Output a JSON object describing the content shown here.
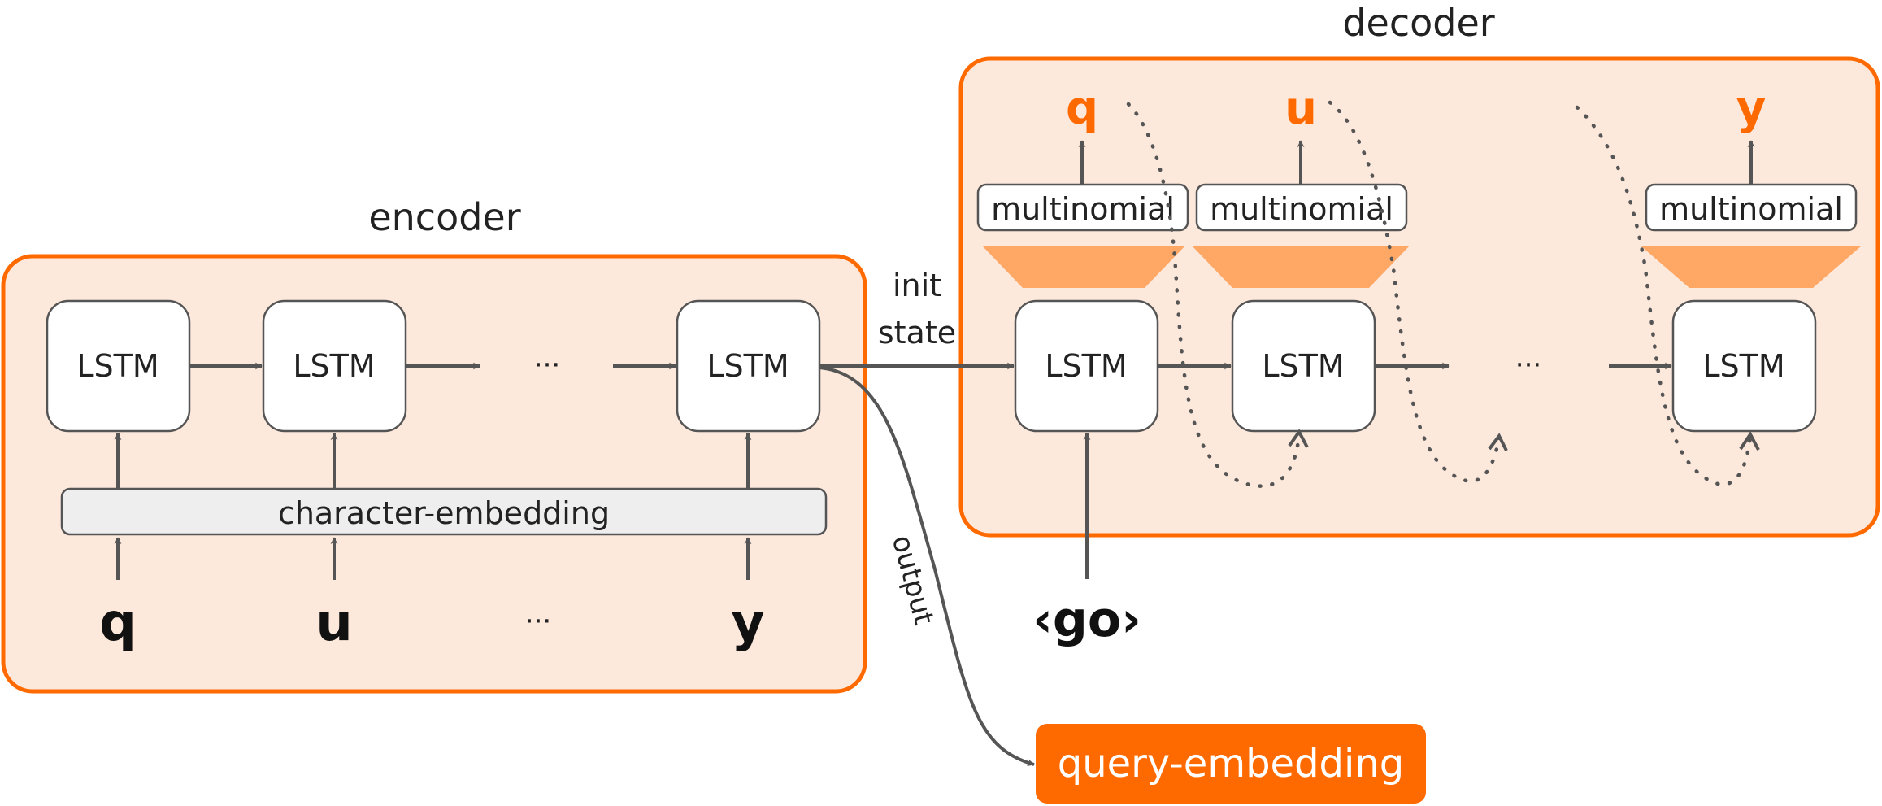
{
  "encoder": {
    "title": "encoder",
    "lstm_label": "LSTM",
    "ellipsis": "···",
    "embedding_label": "character-embedding",
    "inputs": [
      "q",
      "u",
      "···",
      "y"
    ]
  },
  "decoder": {
    "title": "decoder",
    "lstm_label": "LSTM",
    "ellipsis": "···",
    "multinomial_label": "multinomial",
    "outputs": [
      "q",
      "u",
      "y"
    ],
    "go_label": "‹go›"
  },
  "connections": {
    "init_state_line1": "init",
    "init_state_line2": "state",
    "output_label": "output"
  },
  "query_embedding": {
    "label": "query-embedding"
  },
  "colors": {
    "orange": "#ff6a00",
    "panel_fill": "#fde8dc",
    "trapezoid": "#ffa866",
    "line": "#555555",
    "embedding_fill": "#eeeeee"
  }
}
